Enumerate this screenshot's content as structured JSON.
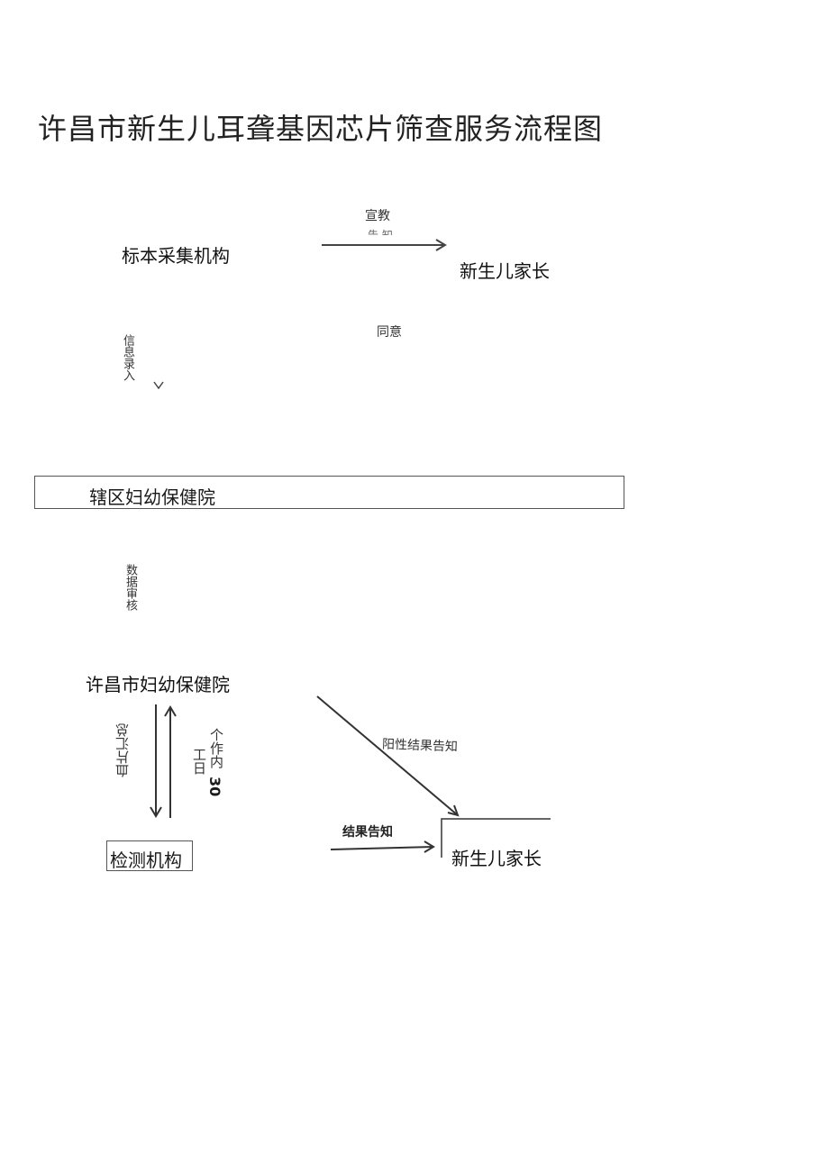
{
  "title": "许昌市新生儿耳聋基因芯片筛查服务流程图",
  "nodes": {
    "collection_agency": "标本采集机构",
    "parents_top": "新生儿家长",
    "district_mch": "辖区妇幼保健院",
    "city_mch": "许昌市妇幼保健院",
    "testing_agency": "检测机构",
    "parents_bottom": "新生儿家长"
  },
  "edge_labels": {
    "education": "宣教",
    "notify": "告 知",
    "consent": "同意",
    "info_entry": "信息录入",
    "data_review": "数据审核",
    "blood_card_summary": "血片汇总",
    "within_30_days_a": "个作内",
    "within_30_days_b": "工日",
    "within_30_days_num": "30",
    "positive_result_notify": "阳性结果告知",
    "result_notify": "结果告知"
  }
}
